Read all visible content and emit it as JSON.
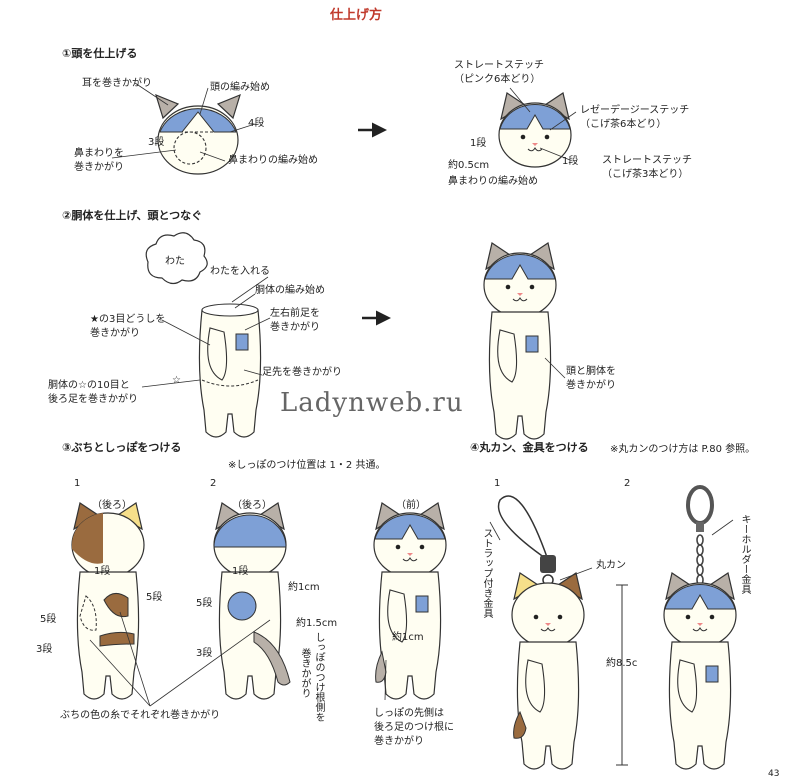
{
  "page_title": "仕上げ方",
  "watermark": "Ladynweb.ru",
  "page_number": "43",
  "colors": {
    "blue": "#7ea0d6",
    "gray": "#b8b0a8",
    "brown": "#9a6b3f",
    "cream": "#fffef2",
    "yellow": "#f6df8a",
    "red": "#c0392b"
  },
  "step1": {
    "heading": "①頭を仕上げる",
    "ear_label": "耳を巻きかがり",
    "head_start": "頭の編み始め",
    "rows4": "4段",
    "rows3": "3段",
    "nose_wrap": [
      "鼻まわりを",
      "巻きかがり"
    ],
    "nose_start": "鼻まわりの編み始め",
    "straight_pink": [
      "ストレートステッチ",
      "（ピンク6本どり）"
    ],
    "lazy_daisy": [
      "レゼーデージーステッチ",
      "（こげ茶6本どり）"
    ],
    "row1_a": "1段",
    "row1_b": "1段",
    "approx05": "約0.5cm",
    "nose_start2": "鼻まわりの編み始め",
    "straight_brown": [
      "ストレートステッチ",
      "（こげ茶3本どり）"
    ]
  },
  "step2": {
    "heading": "②胴体を仕上げ、頭とつなぐ",
    "cotton": "わた",
    "insert_cotton": "わたを入れる",
    "body_start": "胴体の編み始め",
    "star_wrap": [
      "★の3目どうしを",
      "巻きかがり"
    ],
    "front_legs": [
      "左右前足を",
      "巻きかがり"
    ],
    "toe_wrap": "足先を巻きかがり",
    "back_legs": [
      "胴体の☆の10目と",
      "後ろ足を巻きかがり"
    ],
    "star_mark": "☆",
    "head_body": [
      "頭と胴体を",
      "巻きかがり"
    ]
  },
  "step3": {
    "heading": "③ぶちとしっぽをつける",
    "note": "※しっぽのつけ位置は 1・2 共通。",
    "fig1": "1",
    "fig2": "2",
    "back1": "（後ろ）",
    "back2": "（後ろ）",
    "front": "（前）",
    "r1a": "1段",
    "r5a": "5段",
    "r5b": "5段",
    "r3a": "3段",
    "r1b": "1段",
    "cm1": "約1cm",
    "r5c": "5段",
    "cm15": "約1.5cm",
    "r3b": "3段",
    "cm1b": "約1cm",
    "tail_base": [
      "しっぽのつけ根側を",
      "巻きかがり"
    ],
    "spots": "ぶちの色の糸でそれぞれ巻きかがり",
    "tail_tip": [
      "しっぽの先側は",
      "後ろ足のつけ根に",
      "巻きかがり"
    ]
  },
  "step4": {
    "heading": "④丸カン、金具をつける",
    "note": "※丸カンのつけ方は P.80 参照。",
    "fig1": "1",
    "fig2": "2",
    "strap": "ストラップ付き金具",
    "ring": "丸カン",
    "keyholder": "キーホルダー金具",
    "length": "約8.5c"
  }
}
